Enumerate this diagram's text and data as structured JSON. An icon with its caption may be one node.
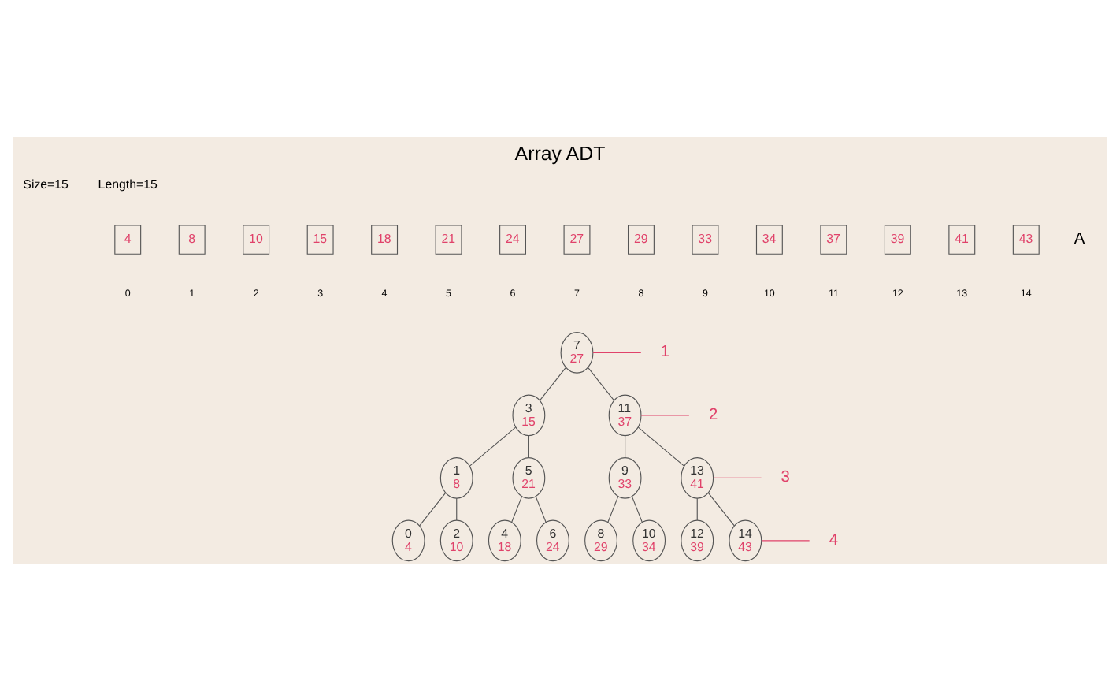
{
  "diagram": {
    "title": "Array ADT",
    "nodes": [
      {
        "text": [
          "4"
        ]
      },
      {
        "text": [
          "8"
        ]
      },
      {
        "text": [
          "10"
        ]
      },
      {
        "text": [
          "15"
        ]
      },
      {
        "text": [
          "18"
        ]
      },
      {
        "text": [
          "21"
        ]
      },
      {
        "text": [
          "24"
        ]
      },
      {
        "text": [
          "27"
        ]
      },
      {
        "text": [
          "29"
        ]
      },
      {
        "text": [
          "33"
        ]
      },
      {
        "text": [
          "34"
        ]
      },
      {
        "text": [
          "37"
        ]
      },
      {
        "text": [
          "39"
        ]
      },
      {
        "text": [
          "41"
        ]
      },
      {
        "text": [
          "43"
        ]
      },
      {
        "text": [
          "7",
          "27"
        ]
      },
      {
        "text": [
          "3",
          "15"
        ]
      },
      {
        "text": [
          "11",
          "37"
        ]
      },
      {
        "text": [
          "1",
          "8"
        ]
      },
      {
        "text": [
          "5",
          "21"
        ]
      },
      {
        "text": [
          "9",
          "33"
        ]
      },
      {
        "text": [
          "13",
          "41"
        ]
      },
      {
        "text": [
          "0",
          "4"
        ]
      },
      {
        "text": [
          "2",
          "10"
        ]
      },
      {
        "text": [
          "4",
          "18"
        ]
      },
      {
        "text": [
          "6",
          "24"
        ]
      },
      {
        "text": [
          "8",
          "29"
        ]
      },
      {
        "text": [
          "10",
          "34"
        ]
      },
      {
        "text": [
          "12",
          "39"
        ]
      },
      {
        "text": [
          "14",
          "43"
        ]
      },
      {
        "text": [
          "1"
        ]
      },
      {
        "text": [
          "2"
        ]
      },
      {
        "text": [
          "3"
        ]
      },
      {
        "text": [
          "4"
        ]
      }
    ],
    "edges": [
      {
        "from": 15,
        "to": 16,
        "arrow": "none"
      },
      {
        "from": 15,
        "to": 17,
        "arrow": "none"
      },
      {
        "from": 16,
        "to": 18,
        "arrow": "none"
      },
      {
        "from": 16,
        "to": 19,
        "arrow": "none"
      },
      {
        "from": 17,
        "to": 20,
        "arrow": "none"
      },
      {
        "from": 17,
        "to": 21,
        "arrow": "none"
      },
      {
        "from": 18,
        "to": 22,
        "arrow": "none"
      },
      {
        "from": 18,
        "to": 23,
        "arrow": "none"
      },
      {
        "from": 19,
        "to": 24,
        "arrow": "none"
      },
      {
        "from": 19,
        "to": 25,
        "arrow": "none"
      },
      {
        "from": 20,
        "to": 26,
        "arrow": "none"
      },
      {
        "from": 20,
        "to": 27,
        "arrow": "none"
      },
      {
        "from": 21,
        "to": 28,
        "arrow": "none"
      },
      {
        "from": 21,
        "to": 29,
        "arrow": "none"
      },
      {
        "from": 15,
        "to": 30,
        "arrow": "none",
        "color": "#e0426a"
      },
      {
        "from": 17,
        "to": 31,
        "arrow": "none",
        "color": "#e0426a"
      },
      {
        "from": 21,
        "to": 32,
        "arrow": "none",
        "color": "#e0426a"
      },
      {
        "from": 29,
        "to": 33,
        "arrow": "none",
        "color": "#e0426a"
      }
    ],
    "labels": [
      "Size=15",
      "Length=15",
      "A",
      "0",
      "1",
      "2",
      "3",
      "4",
      "5",
      "6",
      "7",
      "8",
      "9",
      "10",
      "11",
      "12",
      "13",
      "14"
    ]
  }
}
